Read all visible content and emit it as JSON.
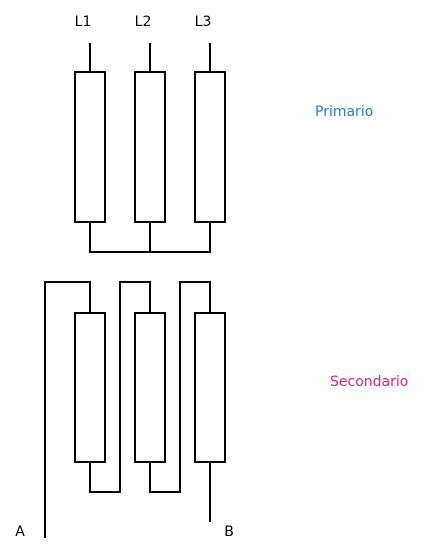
{
  "diagram": {
    "primary": {
      "label": "Primario",
      "color": "#1f7fc8",
      "terminals": [
        "L1",
        "L2",
        "L3"
      ]
    },
    "secondary": {
      "label": "Secondario",
      "color": "#e0208a",
      "terminals": {
        "start": "A",
        "end": "B"
      }
    },
    "line_color": "#000000"
  }
}
